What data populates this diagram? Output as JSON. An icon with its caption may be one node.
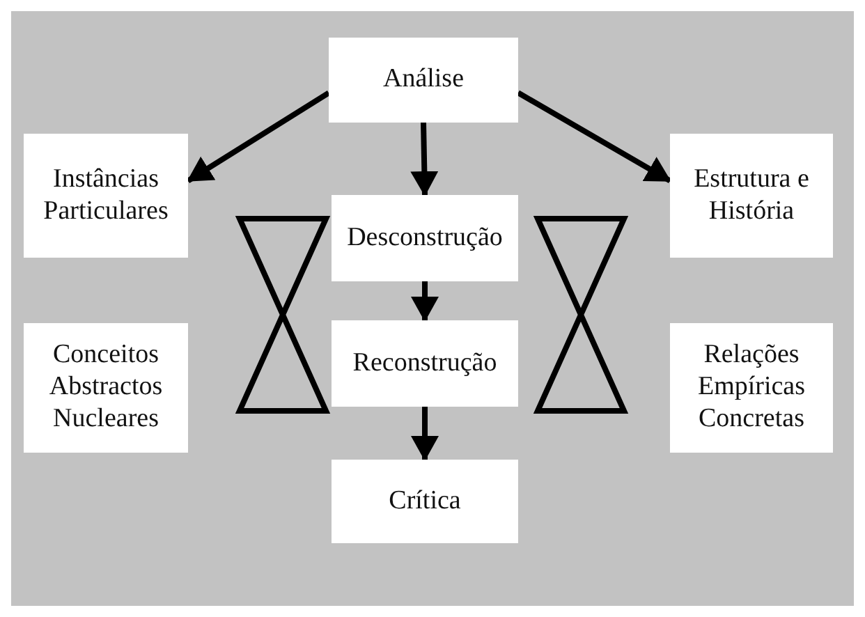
{
  "diagram": {
    "nodes": [
      {
        "text": [
          "Análise"
        ]
      },
      {
        "text": [
          "Instâncias Particulares"
        ]
      },
      {
        "text": [
          "Desconstrução"
        ]
      },
      {
        "text": [
          "Estrutura e História"
        ]
      },
      {
        "text": [
          "Conceitos Abstractos Nucleares"
        ]
      },
      {
        "text": [
          "Reconstrução"
        ]
      },
      {
        "text": [
          "Relações Empíricas Concretas"
        ]
      },
      {
        "text": [
          "Crítica"
        ]
      }
    ],
    "edges": [
      {
        "from": 0,
        "to": 1,
        "arrow": "to"
      },
      {
        "from": 0,
        "to": 2,
        "arrow": "to"
      },
      {
        "from": 0,
        "to": 3,
        "arrow": "to"
      },
      {
        "from": 2,
        "to": 5,
        "arrow": "to"
      },
      {
        "from": 5,
        "to": 7,
        "arrow": "to"
      }
    ]
  }
}
